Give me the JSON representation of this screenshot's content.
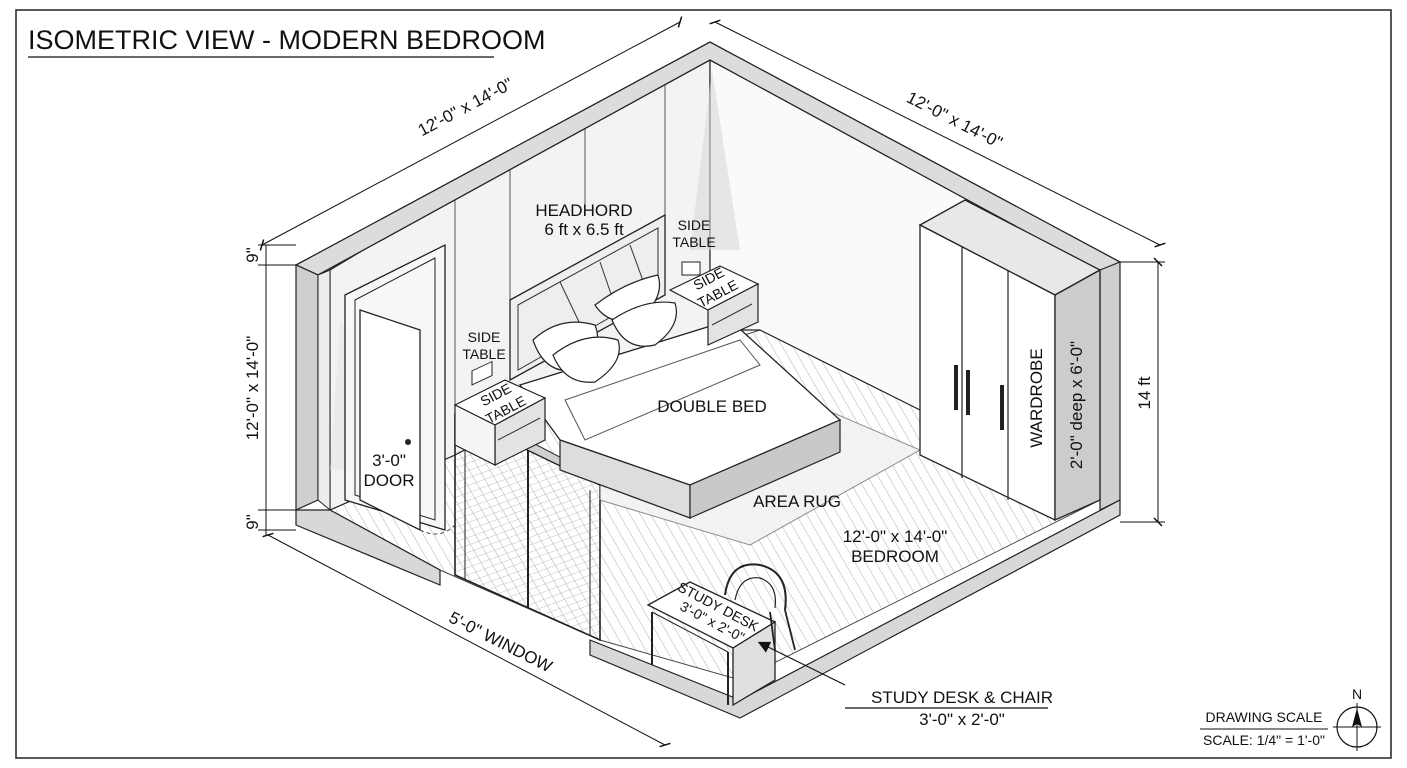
{
  "title": "ISOMETRIC VIEW - MODERN BEDROOM",
  "dimensions": {
    "top_left": "12'-0\" x 14'-0\"",
    "top_right": "12'-0\" x 14'-0\"",
    "left_height": "12'-0\" x 14'-0\"",
    "left_top_thickness": "9\"",
    "left_bottom_thickness": "9\"",
    "right_height": "14 ft",
    "window": "5'-0\" WINDOW"
  },
  "labels": {
    "headboard": "HEADHORD",
    "headboard_size": "6 ft x 6.5 ft",
    "side_table_wall_left_1": "SIDE",
    "side_table_wall_left_2": "TABLE",
    "side_table_wall_right_1": "SIDE",
    "side_table_wall_right_2": "TABLE",
    "side_table_top_left_1": "SIDE",
    "side_table_top_left_2": "TABLE",
    "side_table_top_right_1": "SIDE",
    "side_table_top_right_2": "TABLE",
    "door_size": "3'-0\"",
    "door": "DOOR",
    "bed": "DOUBLE BED",
    "rug": "AREA RUG",
    "bedroom_size": "12'-0\" x 14'-0\"",
    "bedroom": "BEDROOM",
    "wardrobe": "WARDROBE",
    "wardrobe_depth": "2'-0\" deep x 6'-0\"",
    "desk_top_1": "STUDY DESK",
    "desk_top_2": "3'-0\" x 2'-0\"",
    "callout_1": "STUDY DESK & CHAIR",
    "callout_2": "3'-0\" x 2'-0\""
  },
  "scale_box": {
    "heading": "DRAWING SCALE",
    "value": "SCALE: 1/4\" = 1'-0\""
  },
  "north_label": "N"
}
